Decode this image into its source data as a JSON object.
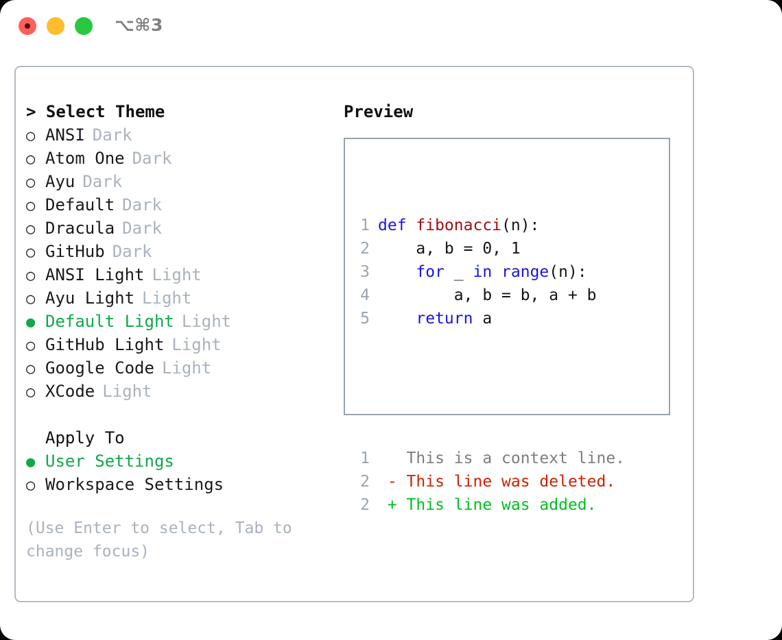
{
  "window": {
    "title": "⌥⌘3",
    "traffic_lights": [
      {
        "name": "close",
        "color": "#ff6059"
      },
      {
        "name": "minimize",
        "color": "#ffbd2e"
      },
      {
        "name": "maximize",
        "color": "#28c840"
      }
    ]
  },
  "colors": {
    "selected_green": "#11a84a",
    "muted": "#a9b2bd",
    "border": "#b3bac4",
    "preview_border": "#97a2ae",
    "keyword_blue": "#1a15e0",
    "function_red": "#a31010",
    "diff_deleted": "#cc2200",
    "diff_added": "#00c020",
    "linenumber": "#9aa5b1"
  },
  "theme_panel": {
    "header": "> Select Theme",
    "options": [
      {
        "label": "ANSI",
        "suffix": "Dark",
        "selected": false
      },
      {
        "label": "Atom One",
        "suffix": "Dark",
        "selected": false
      },
      {
        "label": "Ayu",
        "suffix": "Dark",
        "selected": false
      },
      {
        "label": "Default",
        "suffix": "Dark",
        "selected": false
      },
      {
        "label": "Dracula",
        "suffix": "Dark",
        "selected": false
      },
      {
        "label": "GitHub",
        "suffix": "Dark",
        "selected": false
      },
      {
        "label": "ANSI Light",
        "suffix": "Light",
        "selected": false
      },
      {
        "label": "Ayu Light",
        "suffix": "Light",
        "selected": false
      },
      {
        "label": "Default Light",
        "suffix": "Light",
        "selected": true
      },
      {
        "label": "GitHub Light",
        "suffix": "Light",
        "selected": false
      },
      {
        "label": "Google Code",
        "suffix": "Light",
        "selected": false
      },
      {
        "label": "XCode",
        "suffix": "Light",
        "selected": false
      }
    ],
    "apply_to": {
      "header": "Apply To",
      "options": [
        {
          "label": "User Settings",
          "selected": true
        },
        {
          "label": "Workspace Settings",
          "selected": false
        }
      ]
    },
    "hint": "(Use Enter to select, Tab to change focus)"
  },
  "preview": {
    "title": "Preview",
    "code_lines": [
      {
        "number": "1",
        "tokens": [
          {
            "text": "def ",
            "kind": "kw"
          },
          {
            "text": "fibonacci",
            "kind": "fn"
          },
          {
            "text": "(n):",
            "kind": "plain"
          }
        ]
      },
      {
        "number": "2",
        "tokens": [
          {
            "text": "    a, b = 0, 1",
            "kind": "plain"
          }
        ]
      },
      {
        "number": "3",
        "tokens": [
          {
            "text": "    for",
            "kind": "kw"
          },
          {
            "text": " _ ",
            "kind": "plain"
          },
          {
            "text": "in range",
            "kind": "kw"
          },
          {
            "text": "(n):",
            "kind": "plain"
          }
        ]
      },
      {
        "number": "4",
        "tokens": [
          {
            "text": "        a, b = b, a + b",
            "kind": "plain"
          }
        ]
      },
      {
        "number": "5",
        "tokens": [
          {
            "text": "    return",
            "kind": "kw"
          },
          {
            "text": " a",
            "kind": "plain"
          }
        ]
      }
    ],
    "diff_lines": [
      {
        "number": "1",
        "tokens": [
          {
            "text": "   This is a context line.",
            "kind": "context"
          }
        ]
      },
      {
        "number": "2",
        "tokens": [
          {
            "text": " - This line was deleted.",
            "kind": "del"
          }
        ]
      },
      {
        "number": "2",
        "tokens": [
          {
            "text": " + This line was added.",
            "kind": "add"
          }
        ]
      }
    ]
  }
}
